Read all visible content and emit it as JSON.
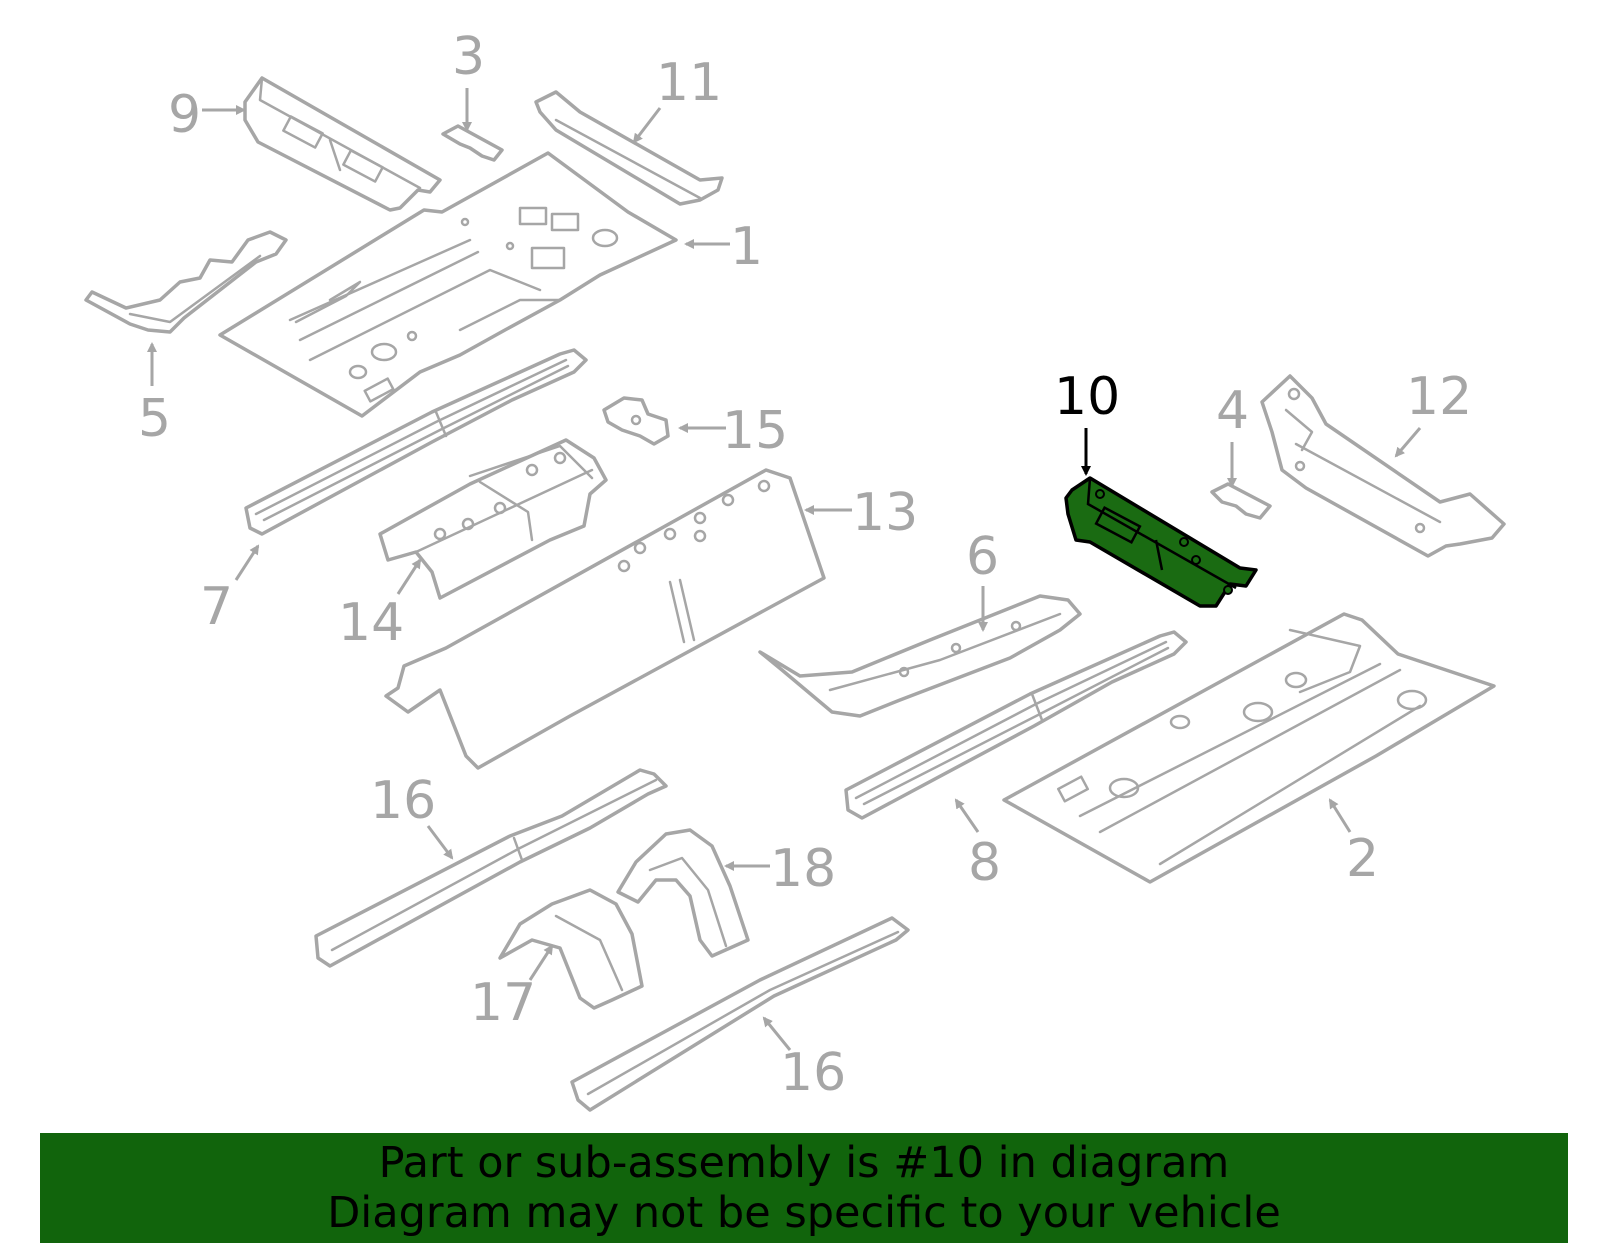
{
  "banner": {
    "line1": "Part or sub-assembly is #10 in diagram",
    "line2": "Diagram may not be specific to your vehicle",
    "background_color": "#11640c"
  },
  "diagram": {
    "highlighted_part": "10",
    "highlight_color": "#1a6b12",
    "callouts": {
      "c1": "1",
      "c2": "2",
      "c3": "3",
      "c4": "4",
      "c5": "5",
      "c6": "6",
      "c7": "7",
      "c8": "8",
      "c9": "9",
      "c10": "10",
      "c11": "11",
      "c12": "12",
      "c13": "13",
      "c14": "14",
      "c15": "15",
      "c16a": "16",
      "c16b": "16",
      "c17": "17",
      "c18": "18"
    }
  }
}
